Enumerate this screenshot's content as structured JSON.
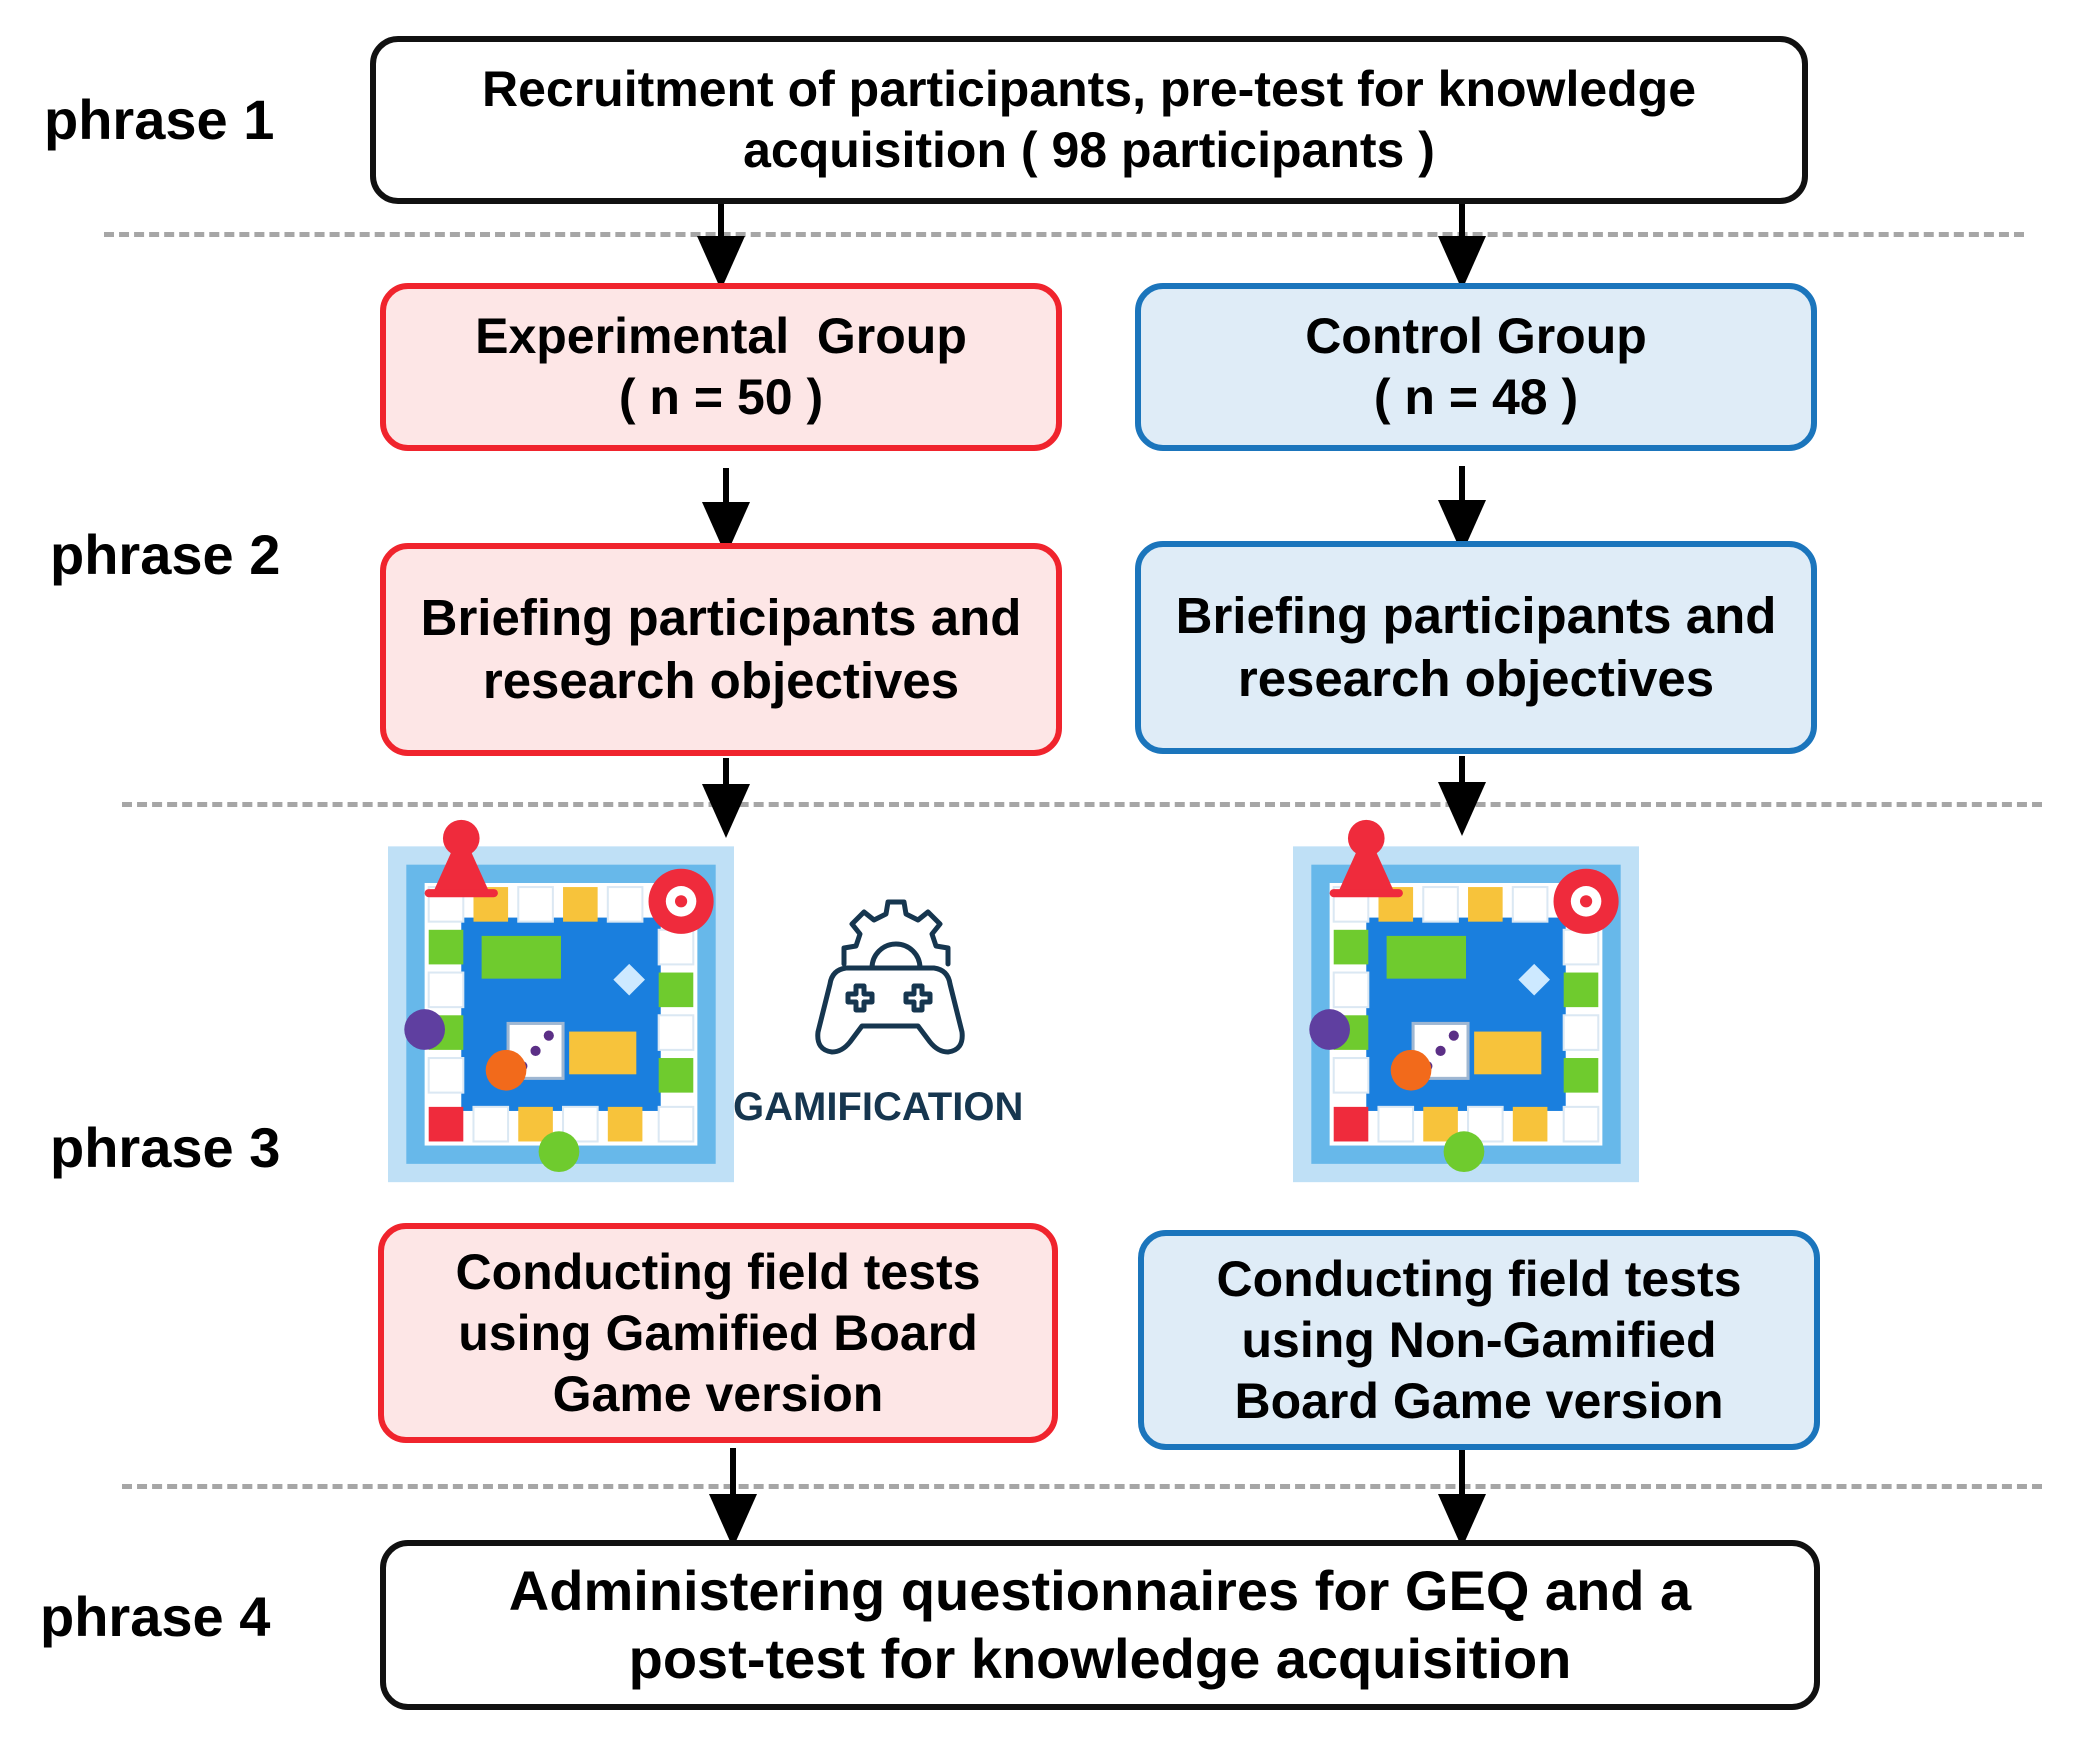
{
  "phases": [
    "phrase 1",
    "phrase 2",
    "phrase 3",
    "phrase 4"
  ],
  "recruitment": {
    "line1": "Recruitment of participants, pre-test for knowledge",
    "line2": "acquisition ( 98 participants )"
  },
  "experimental": {
    "group": {
      "line1": "Experimental  Group",
      "line2": "( n = 50 )"
    },
    "briefing": {
      "line1": "Briefing participants and",
      "line2": "research objectives"
    },
    "field_test": {
      "line1": "Conducting field tests",
      "line2": "using Gamified Board",
      "line3": "Game version"
    }
  },
  "control": {
    "group": {
      "line1": "Control Group",
      "line2": "( n = 48 )"
    },
    "briefing": {
      "line1": "Briefing participants and",
      "line2": "research objectives"
    },
    "field_test": {
      "line1": "Conducting field tests",
      "line2": "using Non-Gamified",
      "line3": "Board Game version"
    }
  },
  "gamification_label": "GAMIFICATION",
  "final": {
    "line1": "Administering questionnaires for GEQ and a",
    "line2": "post-test for knowledge acquisition"
  },
  "icons": [
    "board-game-icon",
    "gamepad-gear-icon"
  ],
  "colors": {
    "experimental_border": "#f0242d",
    "experimental_fill": "#fde6e6",
    "control_border": "#1b75bc",
    "control_fill": "#dfecf7"
  }
}
